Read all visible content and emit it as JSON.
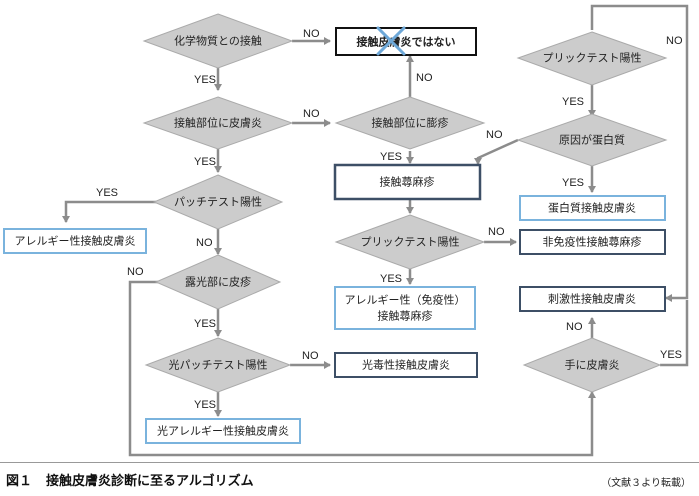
{
  "diagram": {
    "decisions": {
      "chemical_contact": "化学物質との接触",
      "dermatitis_at_site": "接触部位に皮膚炎",
      "wheal_at_site": "接触部位に膨疹",
      "patch_test": "パッチテスト陽性",
      "prick_test_mid": "プリックテスト陽性",
      "sun_exposed_rash": "露光部に皮疹",
      "photo_patch_test": "光パッチテスト陽性",
      "prick_test_right": "プリックテスト陽性",
      "protein_cause": "原因が蛋白質",
      "hand_dermatitis": "手に皮膚炎"
    },
    "boxes": {
      "not_contact_dermatitis": "接触皮膚炎ではない",
      "allergic_contact_dermatitis": "アレルギー性接触皮膚炎",
      "contact_urticaria": "接触蕁麻疹",
      "allergic_immunologic_line1": "アレルギー性（免疫性）",
      "allergic_immunologic_line2": "接触蕁麻疹",
      "non_immunologic_urticaria": "非免疫性接触蕁麻疹",
      "phototoxic_dermatitis": "光毒性接触皮膚炎",
      "photoallergic_dermatitis": "光アレルギー性接触皮膚炎",
      "protein_contact_dermatitis": "蛋白質接触皮膚炎",
      "irritant_contact_dermatitis": "刺激性接触皮膚炎"
    },
    "edge_labels": {
      "yes": "YES",
      "no": "NO"
    }
  },
  "caption": {
    "figure_number": "図１",
    "title": "接触皮膚炎診断に至るアルゴリズム",
    "source": "（文献３より転載）"
  },
  "colors": {
    "diamond_fill": "#cccccc",
    "diamond_stroke": "#aaaaaa",
    "arrow": "#8c8c8c",
    "box_blue": "#7ab3dd",
    "box_dark": "#3d4f66",
    "cross": "#6ea8d8"
  },
  "icons": {
    "not_marker": "x-cross-icon"
  }
}
